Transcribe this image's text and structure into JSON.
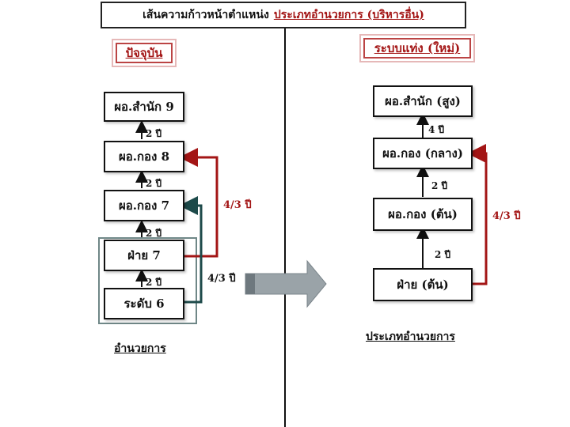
{
  "title": {
    "prefix": "เส้นความก้าวหน้าตำแหน่ง",
    "highlight": "ประเภทอำนวยการ (บริหารอื่น)"
  },
  "left": {
    "header": "ปัจจุบัน",
    "nodes": {
      "n9": "ผอ.สำนัก 9",
      "n8": "ผอ.กอง 8",
      "n7": "ผอ.กอง 7",
      "f7": "ฝ่าย 7",
      "l6": "ระดับ 6"
    },
    "step_labels": {
      "s1": "2 ปี",
      "s2": "2 ปี",
      "s3": "2 ปี",
      "s4": "2 ปี"
    },
    "red_path_label": "4/3 ปี",
    "teal_path_label": "4/3 ปี",
    "caption": "อำนวยการ"
  },
  "right": {
    "header": "ระบบแท่ง (ใหม่)",
    "nodes": {
      "high": "ผอ.สำนัก (สูง)",
      "mid": "ผอ.กอง (กลาง)",
      "low": "ผอ.กอง (ต้น)",
      "faai": "ฝ่าย (ต้น)"
    },
    "step_labels": {
      "s1": "4 ปี",
      "s2": "2 ปี",
      "s3": "2 ปี"
    },
    "red_path_label": "4/3 ปี",
    "caption": "ประเภทอำนวยการ"
  },
  "colors": {
    "red": "#a31515",
    "teal": "#1d4a4a",
    "arrow_fill": "#9aa3a8",
    "group_border": "#6f8787"
  }
}
